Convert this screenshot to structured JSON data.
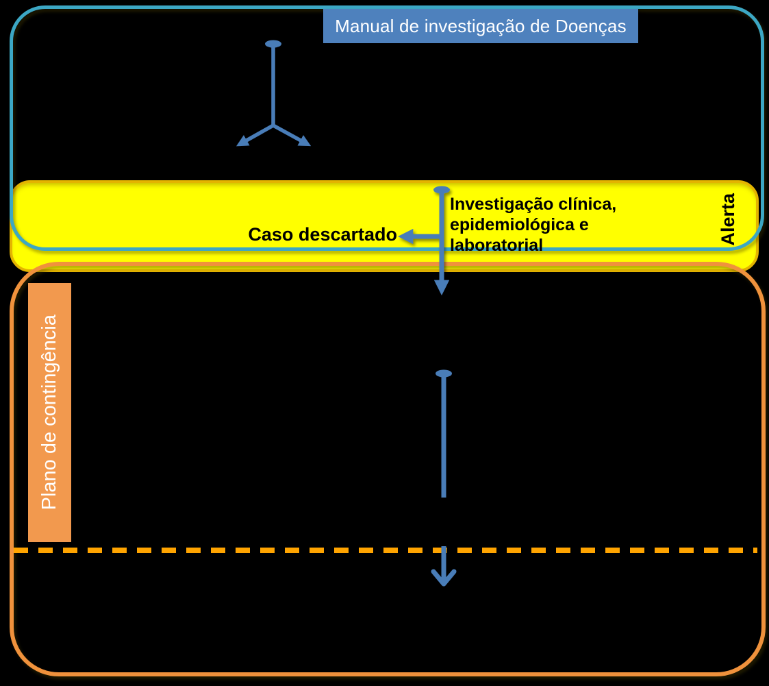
{
  "title_box": {
    "label": "Manual de investigação de Doenças"
  },
  "alert_band": {
    "side_label": "Alerta",
    "discarded_label": "Caso descartado",
    "investigation_label": "Investigação clínica,\nepidemiológica e laboratorial"
  },
  "contingency_box": {
    "label": "Plano de contingência"
  },
  "separator": {
    "style": "dashed"
  },
  "colors": {
    "blue": "#4A7DB8",
    "title_bg": "#4E81BD",
    "teal": "#3CA7C4",
    "orange": "#F0923C",
    "orange_fill": "#F2994E",
    "yellow": "#FFFF00",
    "gold": "#E4B400",
    "dash": "#FFA400"
  }
}
